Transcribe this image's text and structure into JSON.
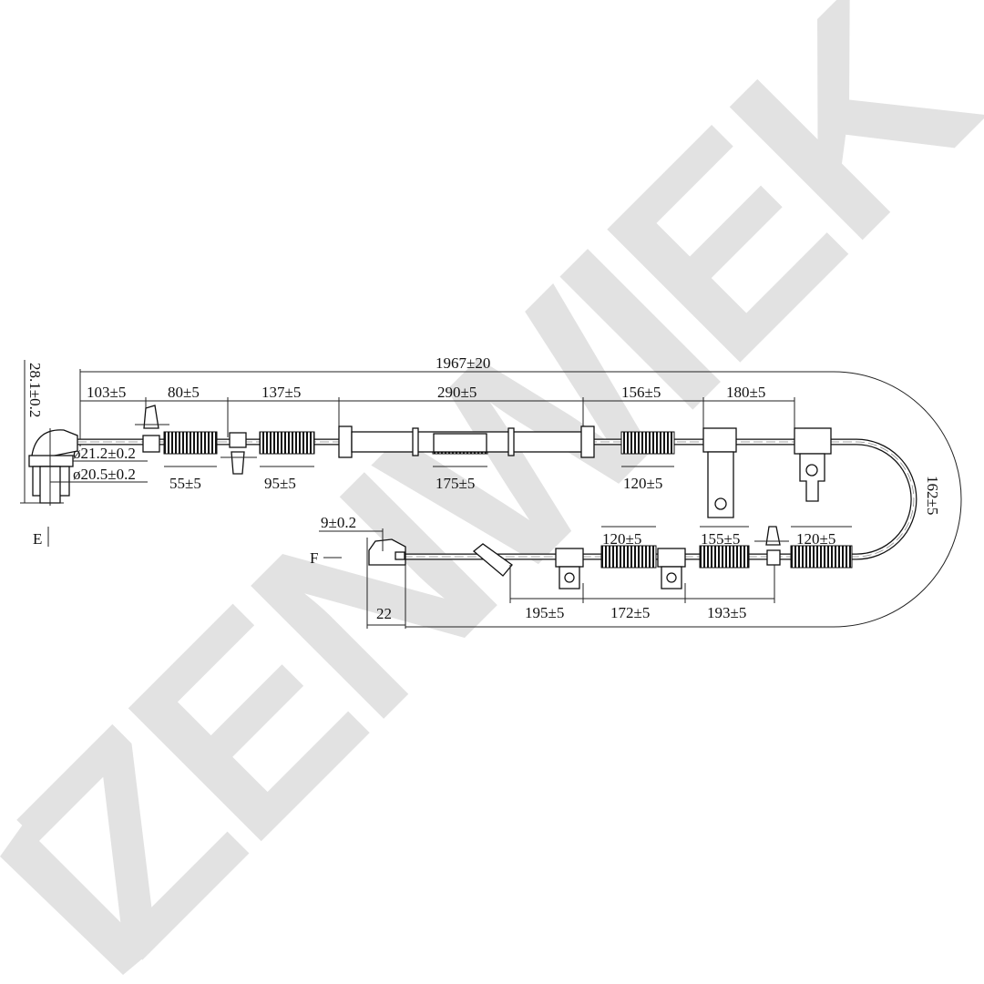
{
  "watermark": {
    "text": "ZENWIEK",
    "color": "#e2e2e2"
  },
  "dimensions": {
    "overall": "1967±20",
    "top": [
      "103±5",
      "80±5",
      "137±5",
      "290±5",
      "156±5",
      "180±5"
    ],
    "under_upper": [
      "55±5",
      "95±5",
      "175±5",
      "120±5"
    ],
    "diameter_1": "ø21.2±0.2",
    "diameter_2": "ø20.5±0.2",
    "sensor_height": "28.1±0.2",
    "loop": "162±5",
    "lower_bellows": [
      "120±5",
      "155±5",
      "120±5"
    ],
    "lower_bottom": [
      "195±5",
      "172±5",
      "193±5"
    ],
    "connector_width": "9±0.2",
    "connector_offset": "22"
  },
  "views": {
    "e": "E",
    "f": "F"
  }
}
